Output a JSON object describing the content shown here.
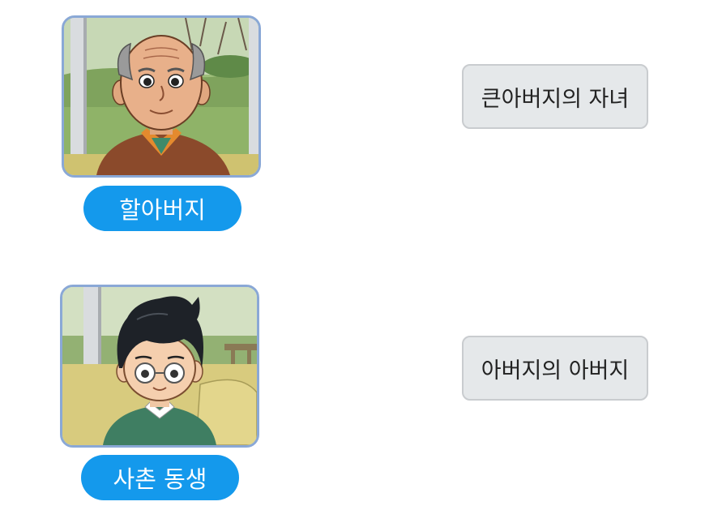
{
  "characters": [
    {
      "label": "할아버지"
    },
    {
      "label": "사촌 동생"
    }
  ],
  "choices": [
    {
      "label": "큰아버지의 자녀"
    },
    {
      "label": "아버지의 아버지"
    }
  ],
  "colors": {
    "card_border": "#8aa8d6",
    "pill_bg": "#1499ec",
    "choice_bg": "#e5e8ea",
    "choice_border": "#c9cccf"
  }
}
